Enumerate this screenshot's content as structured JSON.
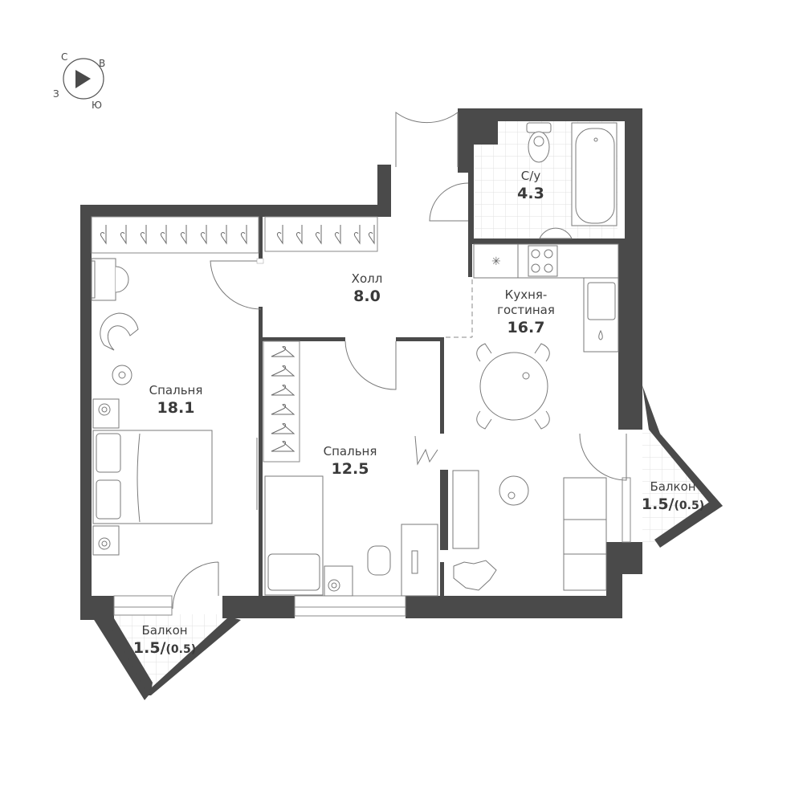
{
  "compass": {
    "north": "С",
    "east": "В",
    "south": "Ю",
    "west": "З"
  },
  "rooms": {
    "bathroom": {
      "name": "С/у",
      "area": "4.3"
    },
    "hall": {
      "name": "Холл",
      "area": "8.0"
    },
    "kitchen": {
      "name_line1": "Кухня-",
      "name_line2": "гостиная",
      "area": "16.7"
    },
    "bedroom_large": {
      "name": "Спальня",
      "area": "18.1"
    },
    "bedroom_small": {
      "name": "Спальня",
      "area": "12.5"
    },
    "balcony_left": {
      "name": "Балкон",
      "area": "1.5/",
      "area_reduced": "(0.5)"
    },
    "balcony_right": {
      "name": "Балкон",
      "area": "1.5/",
      "area_reduced": "(0.5)"
    }
  },
  "colors": {
    "wall": "#4a4a4a",
    "line": "#7a7a7a",
    "tile": "#e2e2e2",
    "text": "#3f3f3f"
  }
}
